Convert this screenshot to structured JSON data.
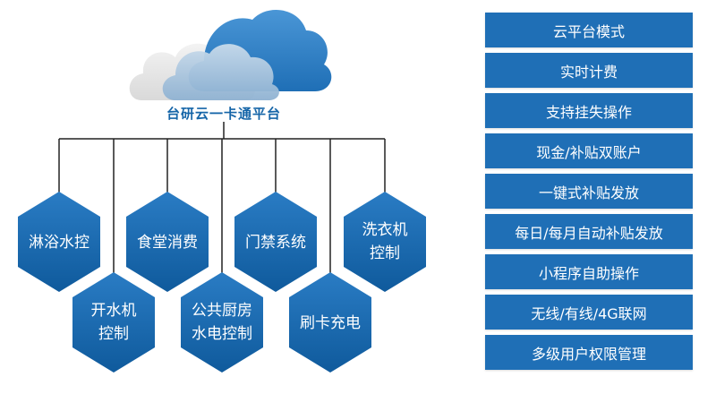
{
  "platform": {
    "title": "台研云一卡通平台"
  },
  "modules": [
    {
      "id": "shower",
      "lines": [
        "淋浴水控"
      ]
    },
    {
      "id": "canteen",
      "lines": [
        "食堂消费"
      ]
    },
    {
      "id": "access",
      "lines": [
        "门禁系统"
      ]
    },
    {
      "id": "laundry",
      "lines": [
        "洗衣机",
        "控制"
      ]
    },
    {
      "id": "water-dispenser",
      "lines": [
        "开水机",
        "控制"
      ]
    },
    {
      "id": "kitchen",
      "lines": [
        "公共厨房",
        "水电控制"
      ]
    },
    {
      "id": "charging",
      "lines": [
        "刷卡充电"
      ]
    }
  ],
  "features": [
    "云平台模式",
    "实时计费",
    "支持挂失操作",
    "现金/补贴双账户",
    "一键式补贴发放",
    "每日/每月自动补贴发放",
    "小程序自助操作",
    "无线/有线/4G联网",
    "多级用户权限管理"
  ],
  "colors": {
    "hex_fill": "#1565a8",
    "cloud_dark": "#1f6fb6",
    "cloud_light": "#a8c4dc",
    "cloud_grey": "#e6e6e6",
    "feature_fill": "#1f6fb6",
    "line": "#222222"
  }
}
